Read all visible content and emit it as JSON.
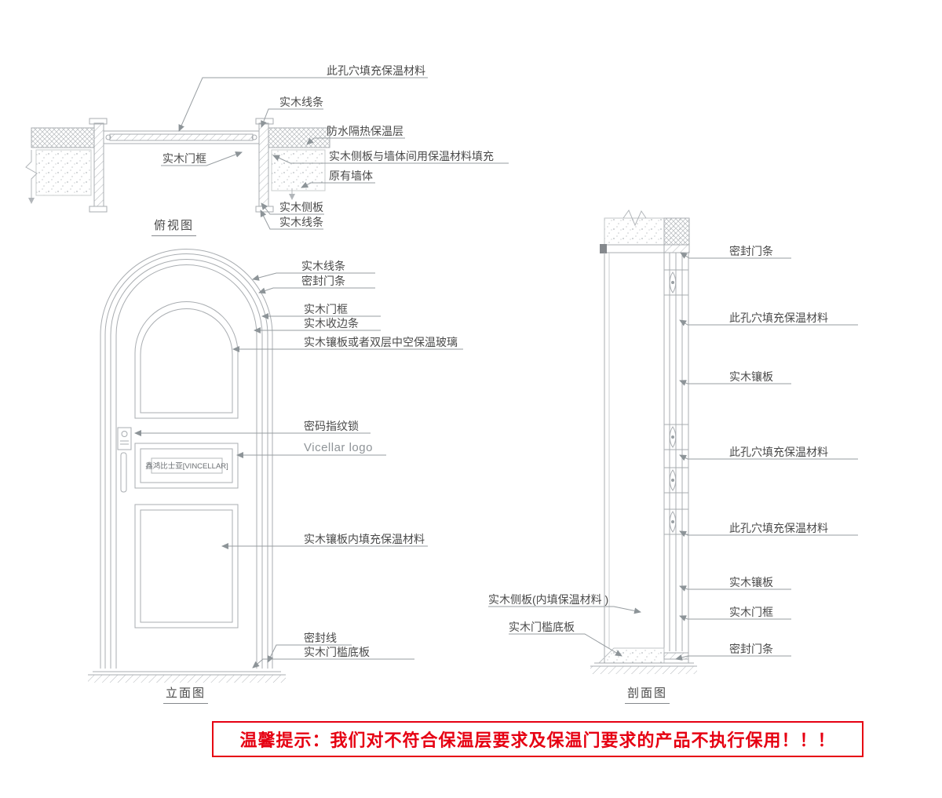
{
  "top_view": {
    "title": "俯视图",
    "labels": {
      "cavity_fill": "此孔穴填充保温材料",
      "wood_trim_top": "实木线条",
      "waterproof_layer": "防水隔热保温层",
      "door_frame": "实木门框",
      "side_panel_wall_fill": "实木侧板与墙体间用保温材料填充",
      "original_wall": "原有墙体",
      "side_panel": "实木侧板",
      "wood_trim_bottom": "实木线条"
    }
  },
  "elevation": {
    "title": "立面图",
    "labels": {
      "wood_trim": "实木线条",
      "door_seal_strip": "密封门条",
      "door_frame": "实木门框",
      "edge_trim": "实木收边条",
      "panel_or_glass": "实木镶板或者双层中空保温玻璃",
      "fingerprint_lock": "密码指纹锁",
      "brand_logo": "Vicellar logo",
      "panel_insulation_fill": "实木镶板内填充保温材料",
      "seal_line": "密封线",
      "threshold_plate": "实木门槛底板"
    },
    "door_logo_text": "鑫鸿比士亚[VINCELLAR]"
  },
  "section": {
    "title": "剖面图",
    "labels": {
      "seal_strip_top": "密封门条",
      "cavity_fill_1": "此孔穴填充保温材料",
      "wood_panel_1": "实木镶板",
      "cavity_fill_2": "此孔穴填充保温材料",
      "cavity_fill_3": "此孔穴填充保温材料",
      "wood_panel_2": "实木镶板",
      "door_frame": "实木门框",
      "seal_strip_bottom": "密封门条",
      "side_panel_fill": "实木侧板(内填保温材料 )",
      "threshold_plate": "实木门槛底板"
    }
  },
  "warning": {
    "text": "温馨提示：我们对不符合保温层要求及保温门要求的产品不执行保用！！！"
  },
  "colors": {
    "drawing_line": "#a9adb1",
    "leader_line": "#979da1",
    "label_text": "#4a4a4a",
    "warning_red": "#e60012"
  }
}
